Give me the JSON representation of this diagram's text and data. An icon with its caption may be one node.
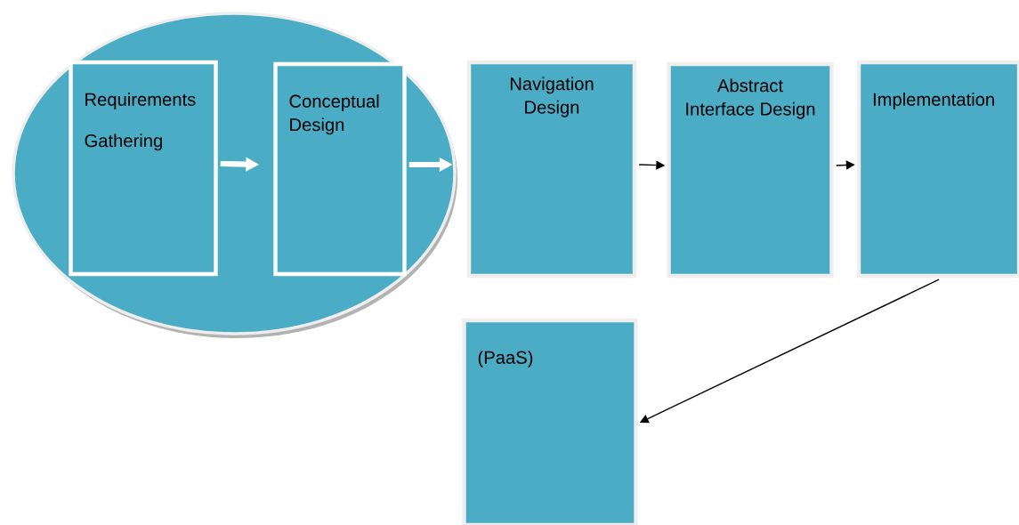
{
  "diagram": {
    "nodes": [
      {
        "text": [],
        "shape": "ellipse"
      },
      {
        "text": [
          "Requirements",
          "Gathering"
        ],
        "in": 0
      },
      {
        "text": [
          "Conceptual Design"
        ],
        "in": 0
      },
      {
        "text": [
          "Navigation Design"
        ]
      },
      {
        "text": [
          "Abstract Interface Design"
        ]
      },
      {
        "text": [
          "Implementation"
        ]
      },
      {
        "text": [
          "(PaaS)"
        ]
      }
    ],
    "edges": [
      {
        "from": 1,
        "to": 2,
        "arrow": "to",
        "style": "thick",
        "color": "#ffffff"
      },
      {
        "from": 2,
        "to": 3,
        "arrow": "to",
        "style": "thick",
        "color": "#ffffff"
      },
      {
        "from": 3,
        "to": 4,
        "arrow": "to"
      },
      {
        "from": 4,
        "to": 5,
        "arrow": "to"
      },
      {
        "from": 5,
        "to": 6,
        "arrow": "to"
      }
    ]
  }
}
